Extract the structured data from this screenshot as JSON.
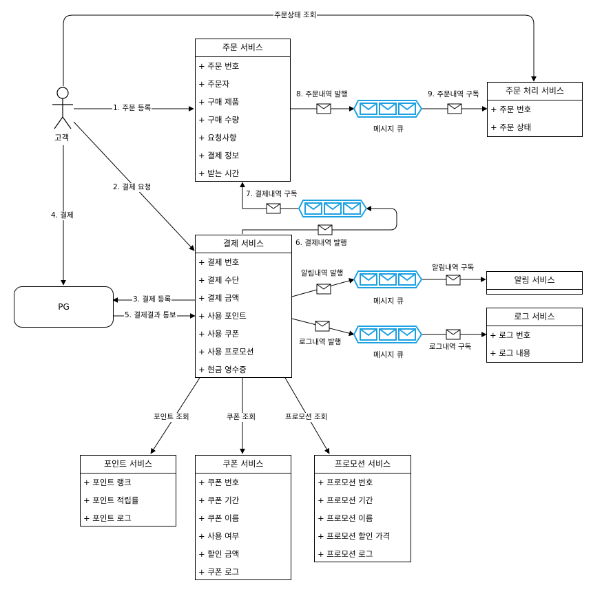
{
  "actor": {
    "label": "고객"
  },
  "pg": {
    "label": "PG"
  },
  "classes": {
    "order": {
      "title": "주문 서비스",
      "items": [
        "+ 주문 번호",
        "+ 주문자",
        "+ 구매 제품",
        "+ 구매 수량",
        "+ 요청사항",
        "+ 결제 정보",
        "+ 받는 시간"
      ]
    },
    "payment": {
      "title": "결제 서비스",
      "items": [
        "+ 결제 번호",
        "+ 결제 수단",
        "+ 결제 금액",
        "+ 사용 포인트",
        "+ 사용 쿠폰",
        "+ 사용 프로모션",
        "+ 현금 영수증"
      ]
    },
    "order_proc": {
      "title": "주문 처리 서비스",
      "items": [
        "+ 주문 번호",
        "+ 주문 상태"
      ]
    },
    "notify": {
      "title": "알림 서비스",
      "items": []
    },
    "log": {
      "title": "로그 서비스",
      "items": [
        "+ 로그 번호",
        "+ 로그 내용"
      ]
    },
    "point": {
      "title": "포인트 서비스",
      "items": [
        "+ 포인트 랭크",
        "+ 포인트 적립률",
        "+ 포인트 로그"
      ]
    },
    "coupon": {
      "title": "쿠폰 서비스",
      "items": [
        "+ 쿠폰 번호",
        "+ 쿠폰 기간",
        "+ 쿠폰 이름",
        "+ 사용 여부",
        "+ 할인 금액",
        "+ 쿠폰 로그"
      ]
    },
    "promo": {
      "title": "프로모션 서비스",
      "items": [
        "+ 프로모션 번호",
        "+ 프로모션 기간",
        "+ 프로모션 이름",
        "+ 프로모션 할인 가격",
        "+ 프로모션 로그"
      ]
    }
  },
  "queues": {
    "label": "메시지 큐"
  },
  "edges": {
    "order_status_query": "주문상태 조회",
    "order_register": "1. 주문 등록",
    "payment_request": "2. 결제 요청",
    "payment_register": "3. 결제 등록",
    "payment": "4. 결제",
    "payment_result": "5. 결제결과 통보",
    "payment_publish": "6. 결제내역 발행",
    "payment_subscribe": "7. 결제내역 구독",
    "order_publish": "8. 주문내역 발행",
    "order_subscribe": "9. 주문내역 구독",
    "notify_publish": "알림내역 발행",
    "notify_subscribe": "알림내역 구독",
    "log_publish": "로그내역 발행",
    "log_subscribe": "로그내역 구독",
    "point_query": "포인트 조회",
    "coupon_query": "쿠폰 조회",
    "promo_query": "프로모션 조회"
  },
  "colors": {
    "queue": "#1ba1e2",
    "line": "#000000"
  }
}
